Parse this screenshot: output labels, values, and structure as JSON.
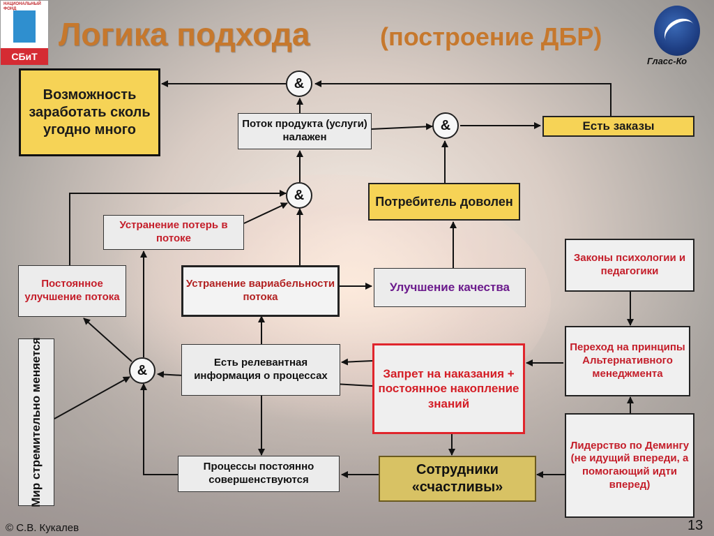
{
  "header": {
    "title": "Логика подхода",
    "subtitle": "(построение ДБР)"
  },
  "logos": {
    "left_top": "НАЦИОНАЛЬНЫЙ ФОНД",
    "left_bottom": "СБиТ",
    "right_label": "Гласс-Ко"
  },
  "nodes": {
    "opportunity": "Возможность заработать сколь угодно много",
    "product_flow": "Поток продукта (услуги) налажен",
    "orders": "Есть заказы",
    "consumer": "Потребитель доволен",
    "loss_removal": "Устранение потерь в потоке",
    "continuous_improvement": "Постоянное улучшение потока",
    "variability_removal": "Устранение вариабельности потока",
    "quality": "Улучшение качества",
    "laws": "Законы психологии и педагогики",
    "alt_management": "Переход на принципы Альтернативного менеджмента",
    "relevant_info": "Есть релевантная информация о процессах",
    "no_punishment": "Запрет на наказания + постоянное накопление знаний",
    "leadership": "Лидерство по Демингу (не идущий впереди, а помогающий идти вперед)",
    "processes_improve": "Процессы постоянно совершенствуются",
    "employees": "Сотрудники «счастливы»",
    "world_changes": "Мир стремительно меняется"
  },
  "and_symbol": "&",
  "footer": {
    "copyright": "© С.В. Кукалев",
    "page": "13"
  },
  "colors": {
    "title": "#c6782d",
    "yellow": "#f6d356",
    "red": "#e0252c",
    "purple": "#6b1a8c"
  }
}
